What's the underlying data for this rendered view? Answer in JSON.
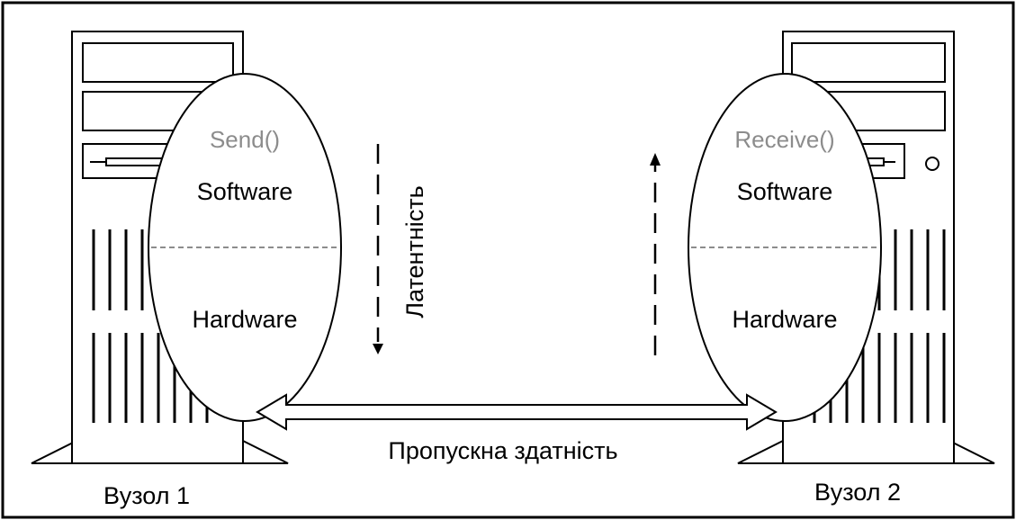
{
  "node_left": {
    "name": "Вузол 1",
    "function_label": "Send()",
    "software_label": "Software",
    "hardware_label": "Hardware"
  },
  "node_right": {
    "name": "Вузол 2",
    "function_label": "Receive()",
    "software_label": "Software",
    "hardware_label": "Hardware"
  },
  "latency_label": "Латентність",
  "bandwidth_label": "Пропускна здатність",
  "colors": {
    "stroke": "#000000",
    "function_text": "#8c8c8c",
    "divider": "#8c8c8c",
    "background": "#ffffff"
  }
}
